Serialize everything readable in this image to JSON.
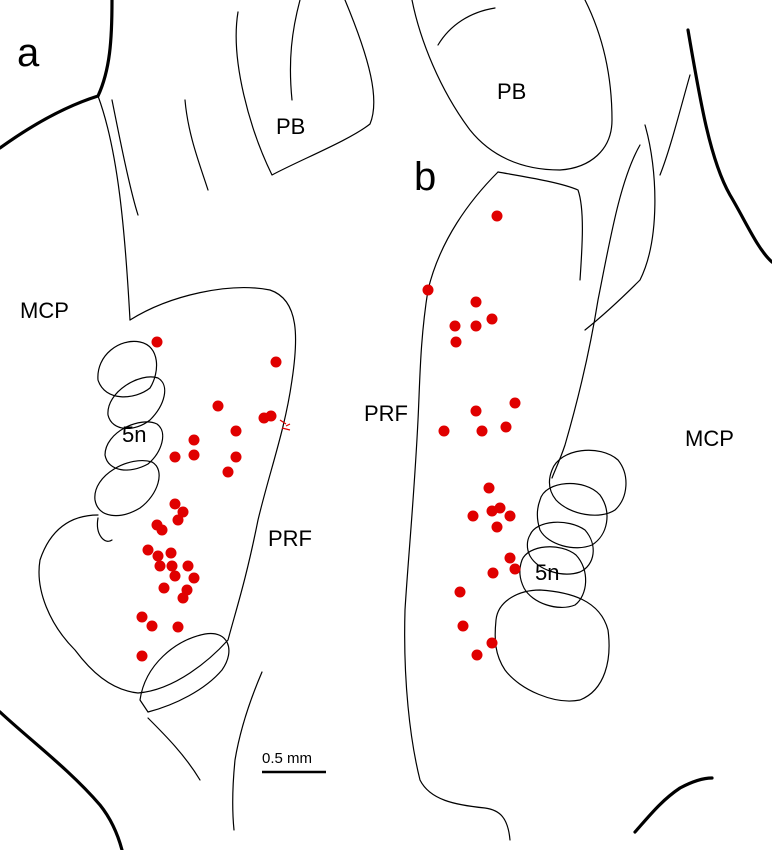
{
  "panels": [
    {
      "letter": "a",
      "labels": {
        "pb": "PB",
        "mcp": "MCP",
        "prf": "PRF",
        "nerve": "5n"
      }
    },
    {
      "letter": "b",
      "labels": {
        "pb": "PB",
        "mcp": "MCP",
        "prf": "PRF",
        "nerve": "5n"
      }
    }
  ],
  "scale_bar": {
    "label": "0.5 mm"
  },
  "colors": {
    "marker": "#e00000",
    "outline": "#000000",
    "background": "#ffffff"
  }
}
